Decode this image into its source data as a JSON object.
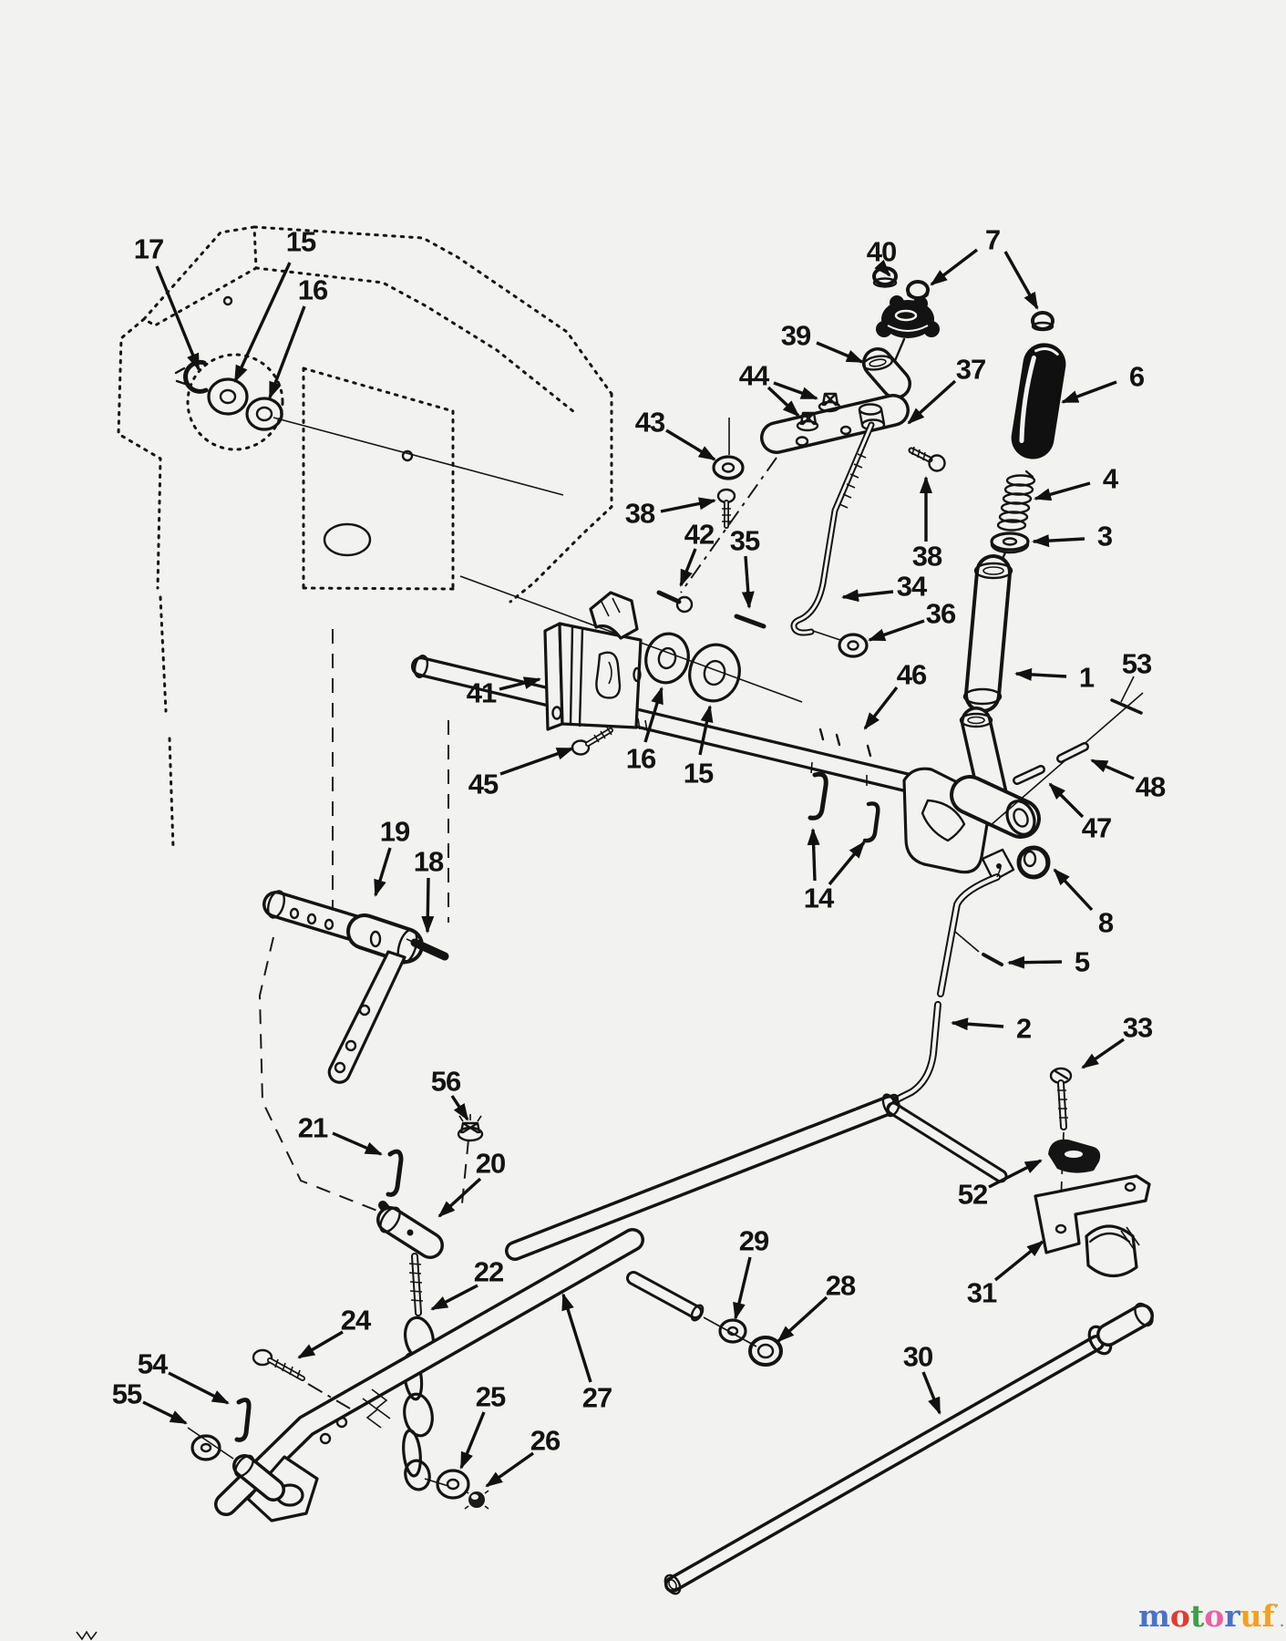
{
  "callouts": {
    "c1": "1",
    "c2": "2",
    "c3": "3",
    "c4": "4",
    "c5": "5",
    "c6": "6",
    "c7": "7",
    "c8": "8",
    "c14": "14",
    "c15_top": "15",
    "c15_mid": "15",
    "c16_top": "16",
    "c16_mid": "16",
    "c17": "17",
    "c18": "18",
    "c19": "19",
    "c20": "20",
    "c21": "21",
    "c22": "22",
    "c24": "24",
    "c25": "25",
    "c26": "26",
    "c27": "27",
    "c28": "28",
    "c29": "29",
    "c30": "30",
    "c31": "31",
    "c33": "33",
    "c34": "34",
    "c35": "35",
    "c36": "36",
    "c37": "37",
    "c38_left": "38",
    "c38_right": "38",
    "c39": "39",
    "c40": "40",
    "c41": "41",
    "c42": "42",
    "c43": "43",
    "c44": "44",
    "c45": "45",
    "c46": "46",
    "c47": "47",
    "c48": "48",
    "c52": "52",
    "c53": "53",
    "c54": "54",
    "c55": "55",
    "c56": "56"
  },
  "logo": {
    "letters": [
      {
        "char": "m",
        "color": "#4a72c8"
      },
      {
        "char": "o",
        "color": "#e23b30"
      },
      {
        "char": "t",
        "color": "#3d9e4b"
      },
      {
        "char": "o",
        "color": "#ec5fa3"
      },
      {
        "char": "r",
        "color": "#4a72c8"
      },
      {
        "char": "u",
        "color": "#f3a11f"
      },
      {
        "char": "f",
        "color": "#f3a11f"
      }
    ],
    "tick": "’",
    "suffix": ".de",
    "suffix_color": "#8f8f8f"
  }
}
